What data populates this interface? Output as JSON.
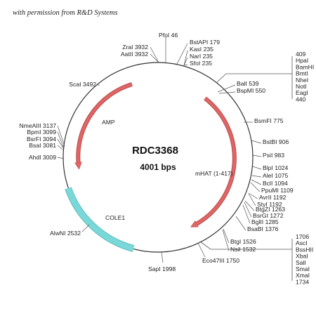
{
  "credit": "with permission from R&D Systems",
  "plasmid": {
    "name": "RDC3368",
    "size": "4001 bps"
  },
  "colors": {
    "amp": "#e06666",
    "mhat": "#e06666",
    "cole1": "#6dcfcf",
    "line": "#555555"
  },
  "features": {
    "amp": "AMP",
    "mhat": "mHAT (1-417)",
    "cole1": "COLE1"
  },
  "sites": [
    {
      "t": "PfoI 46"
    },
    {
      "t": "ZraI 3932"
    },
    {
      "t": "AatII 3932"
    },
    {
      "t": "BstAPI 179"
    },
    {
      "t": "KasI 235"
    },
    {
      "t": "NarI 235"
    },
    {
      "t": "SfoI 235"
    },
    {
      "t": "ScaI 3492"
    },
    {
      "t": "BalI 539"
    },
    {
      "t": "BspMI 550"
    },
    {
      "t": "BsmFI 775"
    },
    {
      "t": "BstBI 906"
    },
    {
      "t": "PsiI 983"
    },
    {
      "t": "BlpI 1024"
    },
    {
      "t": "AleI 1075"
    },
    {
      "t": "BclI 1094"
    },
    {
      "t": "PpuMI 1109"
    },
    {
      "t": "AvrII 1192"
    },
    {
      "t": "StyI 1192"
    },
    {
      "t": "BtgZI 1263"
    },
    {
      "t": "BsrGI 1272"
    },
    {
      "t": "BglII 1285"
    },
    {
      "t": "BsaBI 1376"
    },
    {
      "t": "BtgI 1526"
    },
    {
      "t": "NsiI 1532"
    },
    {
      "t": "Eco47III 1750"
    },
    {
      "t": "SapI 1998"
    },
    {
      "t": "AlwNI 2532"
    },
    {
      "t": "AhdI 3009"
    },
    {
      "t": "BsaI 3081"
    },
    {
      "t": "BsrFI 3094"
    },
    {
      "t": "BpmI 3099"
    },
    {
      "t": "NmeAIII 3137"
    }
  ],
  "cluster_top": [
    "409",
    "HpaI",
    "BamHI",
    "BmtI",
    "NheI",
    "NotI",
    "EagI",
    "440"
  ],
  "cluster_bottom": [
    "1706",
    "AscI",
    "BssHII",
    "XbaI",
    "SalI",
    "SmaI",
    "XmaI",
    "1734"
  ]
}
